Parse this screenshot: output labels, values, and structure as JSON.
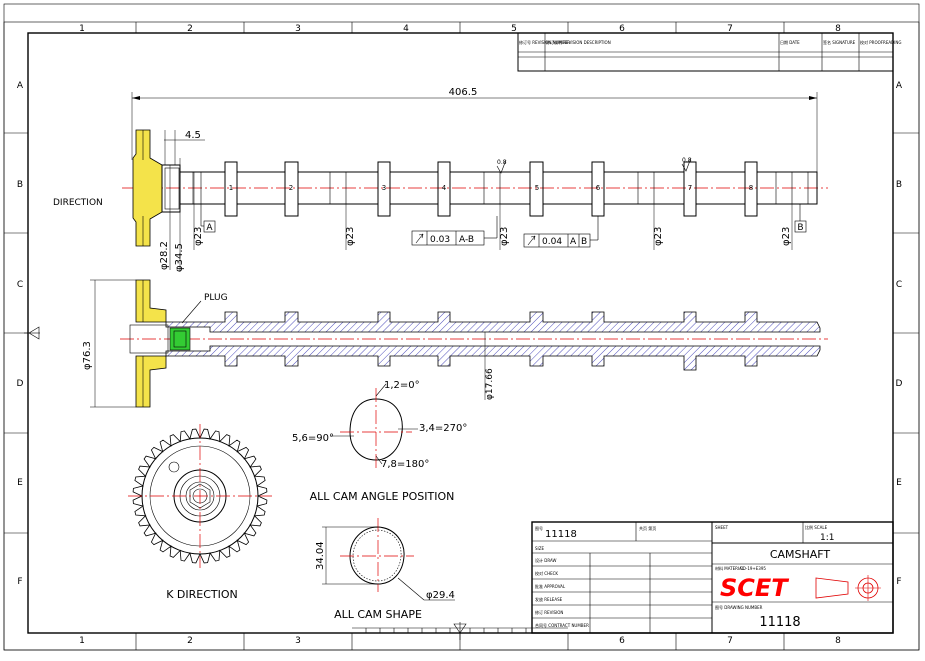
{
  "border": {
    "columns": [
      "1",
      "2",
      "3",
      "4",
      "5",
      "6",
      "7",
      "8"
    ],
    "rows": [
      "A",
      "B",
      "C",
      "D",
      "E",
      "F"
    ]
  },
  "revision_block": {
    "number_header": "修订号\nREVISION NUMBER",
    "description_header": "修订说明\nREVISION DESCRIPTION",
    "date_header": "日期\nDATE",
    "signature_header": "签名\nSIGNATURE",
    "proofreading_header": "校对\nPROOFREADING"
  },
  "dimensions": {
    "overall_length": "406.5",
    "flange_width": "4.5",
    "d23": "φ23",
    "d28_2": "φ28.2",
    "d34_5": "φ34.5",
    "d76_3": "φ76.3",
    "d17_66": "φ17.66",
    "d29_4": "φ29.4",
    "h34_04": "34.04",
    "roughness": "0.8"
  },
  "datums": {
    "a": "A",
    "b": "B"
  },
  "tolerances": {
    "first": {
      "value": "0.03",
      "datum": "A-B"
    },
    "second": {
      "value": "0.04",
      "datum1": "A",
      "datum2": "B"
    }
  },
  "cam_numbers": [
    "1",
    "2",
    "3",
    "4",
    "5",
    "6",
    "7",
    "8"
  ],
  "labels": {
    "direction": "DIRECTION",
    "plug": "PLUG",
    "k_direction": "K DIRECTION",
    "cam_angle_title": "ALL CAM ANGLE POSITION",
    "cam_shape_title": "ALL CAM SHAPE",
    "angle_top": "1,2=0°",
    "angle_right": "3,4=270°",
    "angle_left": "5,6=90°",
    "angle_bottom": "7,8=180°"
  },
  "title_block": {
    "number_label": "图号",
    "number_value": "11118",
    "sheets_label": "共页 第页",
    "sheet_label": "SHEET",
    "scale_label": "比例\nSCALE",
    "scale_value": "1:1",
    "size_label": "SIZE",
    "draw_label": "设计 DRAW",
    "check_label": "校对 CHECK",
    "approval_label": "批准 APPROVAL",
    "release_label": "发放 RELEASE",
    "revision_label": "修订 REVISION",
    "contract_label": "合同号 CONTRACT NUMBER",
    "part_name": "CAMSHAFT",
    "material_label": "材料 MATERIAL",
    "material_value": "CD-19+E395",
    "drawing_number_label": "图号 DRAWING NUMBER",
    "drawing_number_value": "11118",
    "logo_text": "SCET"
  },
  "colors": {
    "centerline": "#e00000",
    "flange": "#f4e34a",
    "plug": "#33cc33",
    "logo": "#ff0000",
    "hatch": "#2222aa"
  }
}
